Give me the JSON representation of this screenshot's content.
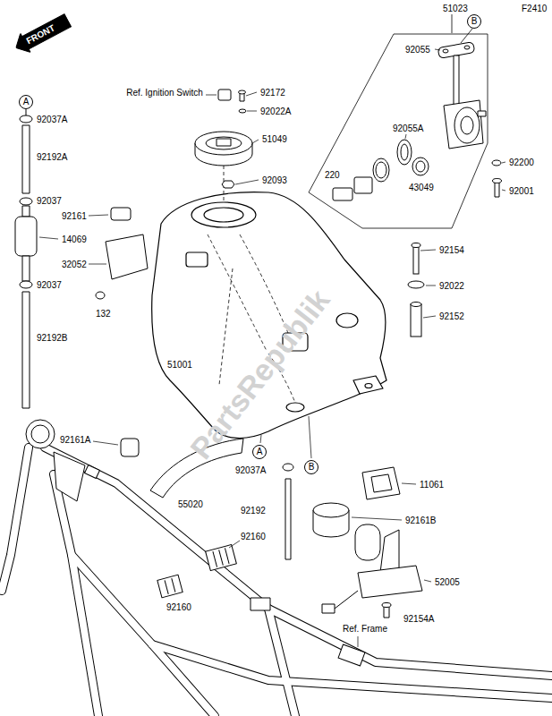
{
  "diagram": {
    "nodes": [
      {
        "text": [
          "FRONT"
        ]
      },
      {
        "text": [
          "A"
        ]
      },
      {
        "text": [
          "B"
        ]
      },
      {
        "text": [
          "A"
        ]
      },
      {
        "text": [
          "B"
        ]
      }
    ],
    "labels": [
      "F2410",
      "51023",
      "92055",
      "92055A",
      "220",
      "43049",
      "92200",
      "92001",
      "Ref. Ignition Switch",
      "92172",
      "92022A",
      "51049",
      "92093",
      "92037A",
      "92192A",
      "92037",
      "92161",
      "14069",
      "32052",
      "92037",
      "132",
      "92192B",
      "51001",
      "92154",
      "92022",
      "92152",
      "92161A",
      "55020",
      "92037A",
      "92192",
      "92160",
      "92160",
      "11061",
      "92161B",
      "52005",
      "92154A",
      "Ref. Frame",
      "PartsRepublik"
    ]
  }
}
